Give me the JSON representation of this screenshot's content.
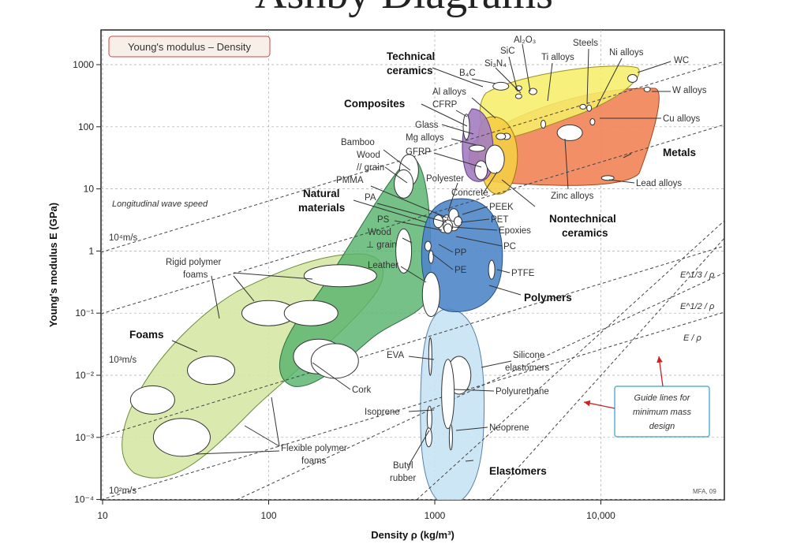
{
  "slide": {
    "title": "Ashby Diagrams"
  },
  "chart_data": {
    "type": "scatter",
    "title": "Young's modulus – Density",
    "xlabel": "Density ρ (kg/m³)",
    "ylabel": "Young's modulus E (GPa)",
    "x_scale": "log",
    "y_scale": "log",
    "xlim": [
      10,
      50000
    ],
    "ylim": [
      0.0001,
      3000
    ],
    "x_ticks": [
      "10",
      "100",
      "1000",
      "10,000"
    ],
    "y_ticks": [
      "10⁻⁴",
      "10⁻³",
      "10⁻²",
      "10⁻¹",
      "1",
      "10",
      "100",
      "1000"
    ],
    "grid": true,
    "annotations": {
      "wave_speed_title": "Longitudinal wave speed",
      "speed_1e4": "10⁴m/s",
      "speed_1e3": "10³m/s",
      "speed_1e2": "10²m/s",
      "guide_box": [
        "Guide lines for",
        "minimum mass",
        "design"
      ],
      "guide_E13": "E^1/3 / ρ",
      "guide_E12": "E^1/2 / ρ",
      "guide_E": "E / ρ",
      "credit": "MFA, 09"
    },
    "families": [
      {
        "name": "Foams",
        "color": "#d6e8a6"
      },
      {
        "name": "Natural materials",
        "color": "#58b36e"
      },
      {
        "name": "Composites",
        "color": "#a37dc2"
      },
      {
        "name": "Technical ceramics",
        "color": "#f7ee6a"
      },
      {
        "name": "Metals",
        "color": "#f2865a"
      },
      {
        "name": "Nontechnical ceramics",
        "color": "#f5cd45"
      },
      {
        "name": "Polymers",
        "color": "#4f86c8"
      },
      {
        "name": "Elastomers",
        "color": "#c6e3f5"
      }
    ],
    "materials": [
      {
        "name": "Al₂O₃",
        "density": 3900,
        "modulus": 370
      },
      {
        "name": "SiC",
        "density": 3200,
        "modulus": 420
      },
      {
        "name": "Si₃N₄",
        "density": 3200,
        "modulus": 310
      },
      {
        "name": "B₄C",
        "density": 2500,
        "modulus": 450
      },
      {
        "name": "Ti alloys",
        "density": 4500,
        "modulus": 110
      },
      {
        "name": "Steels",
        "density": 7800,
        "modulus": 210
      },
      {
        "name": "Ni alloys",
        "density": 8500,
        "modulus": 200
      },
      {
        "name": "WC",
        "density": 15500,
        "modulus": 600
      },
      {
        "name": "W alloys",
        "density": 19000,
        "modulus": 400
      },
      {
        "name": "Cu alloys",
        "density": 8900,
        "modulus": 120
      },
      {
        "name": "Al alloys",
        "density": 2700,
        "modulus": 70
      },
      {
        "name": "CFRP",
        "density": 1550,
        "modulus": 100
      },
      {
        "name": "Glass",
        "density": 2500,
        "modulus": 70
      },
      {
        "name": "Mg alloys",
        "density": 1800,
        "modulus": 45
      },
      {
        "name": "GFRP",
        "density": 1900,
        "modulus": 20
      },
      {
        "name": "Zinc alloys",
        "density": 6500,
        "modulus": 80
      },
      {
        "name": "Lead alloys",
        "density": 11000,
        "modulus": 15
      },
      {
        "name": "Bamboo",
        "density": 700,
        "modulus": 20
      },
      {
        "name": "Wood // grain",
        "density": 650,
        "modulus": 12
      },
      {
        "name": "PMMA",
        "density": 1180,
        "modulus": 3
      },
      {
        "name": "Polyester",
        "density": 1300,
        "modulus": 3
      },
      {
        "name": "Concrete",
        "density": 2300,
        "modulus": 30
      },
      {
        "name": "PA",
        "density": 1130,
        "modulus": 2.5
      },
      {
        "name": "PEEK",
        "density": 1300,
        "modulus": 3.8
      },
      {
        "name": "PET",
        "density": 1380,
        "modulus": 3
      },
      {
        "name": "PS",
        "density": 1050,
        "modulus": 3
      },
      {
        "name": "Epoxies",
        "density": 1200,
        "modulus": 2.5
      },
      {
        "name": "Wood ⊥ grain",
        "density": 650,
        "modulus": 1
      },
      {
        "name": "PP",
        "density": 910,
        "modulus": 1.2
      },
      {
        "name": "PC",
        "density": 1200,
        "modulus": 2.3
      },
      {
        "name": "PE",
        "density": 950,
        "modulus": 0.8
      },
      {
        "name": "Leather",
        "density": 950,
        "modulus": 0.2
      },
      {
        "name": "PTFE",
        "density": 2200,
        "modulus": 0.5
      },
      {
        "name": "Rigid polymer foams",
        "density": 100,
        "modulus": 0.1
      },
      {
        "name": "Cork",
        "density": 200,
        "modulus": 0.02
      },
      {
        "name": "Flexible polymer foams",
        "density": 30,
        "modulus": 0.001
      },
      {
        "name": "EVA",
        "density": 940,
        "modulus": 0.02
      },
      {
        "name": "Silicone elastomers",
        "density": 1400,
        "modulus": 0.01
      },
      {
        "name": "Polyurethane",
        "density": 1200,
        "modulus": 0.005
      },
      {
        "name": "Isoprene",
        "density": 930,
        "modulus": 0.002
      },
      {
        "name": "Neoprene",
        "density": 1250,
        "modulus": 0.001
      },
      {
        "name": "Butyl rubber",
        "density": 920,
        "modulus": 0.001
      }
    ]
  }
}
